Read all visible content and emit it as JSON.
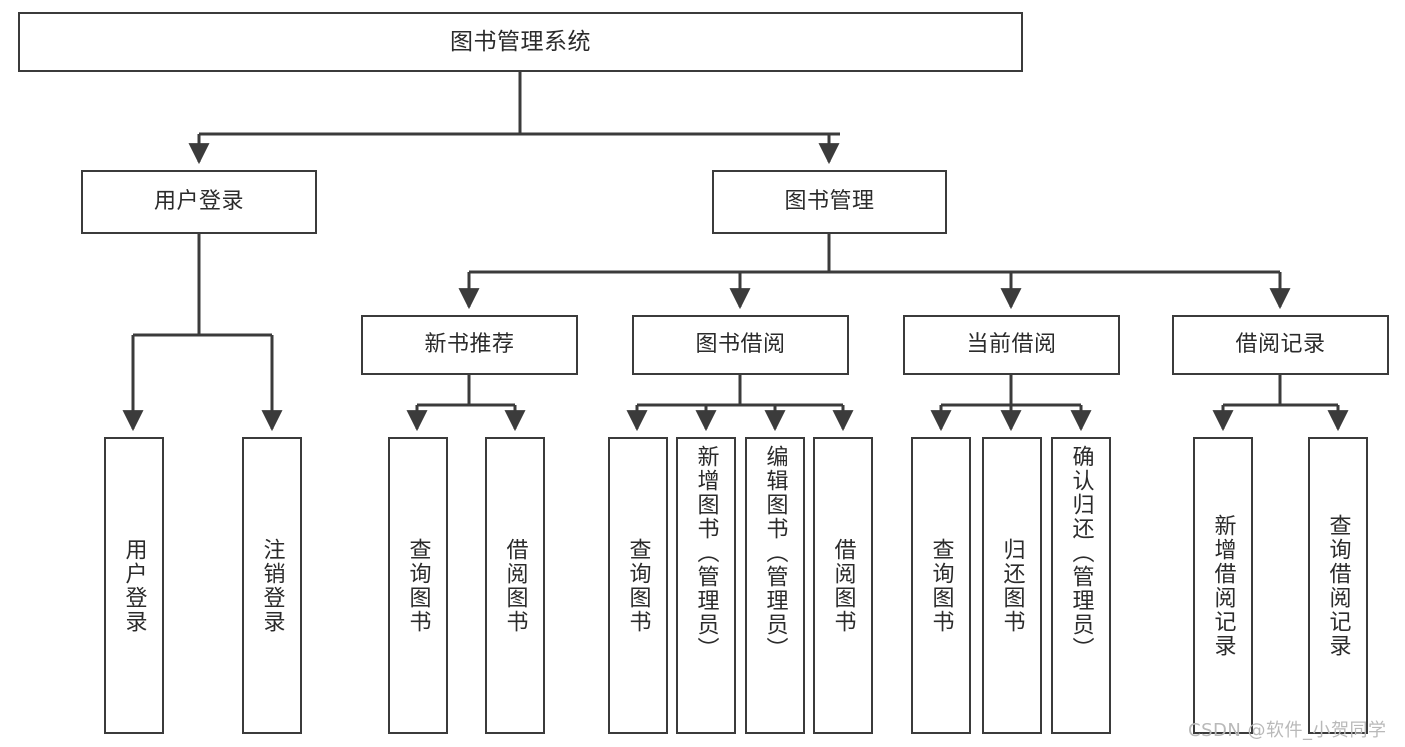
{
  "diagram": {
    "type": "tree-hierarchy",
    "title": "图书管理系统",
    "root": {
      "id": "root",
      "label": "图书管理系统",
      "orientation": "horizontal"
    },
    "level2": [
      {
        "id": "user-login",
        "label": "用户登录",
        "orientation": "horizontal"
      },
      {
        "id": "book-manage",
        "label": "图书管理",
        "orientation": "horizontal"
      }
    ],
    "level3": [
      {
        "id": "new-book-rec",
        "label": "新书推荐",
        "orientation": "horizontal",
        "parent": "book-manage"
      },
      {
        "id": "book-borrow",
        "label": "图书借阅",
        "orientation": "horizontal",
        "parent": "book-manage"
      },
      {
        "id": "current-borrow",
        "label": "当前借阅",
        "orientation": "horizontal",
        "parent": "book-manage"
      },
      {
        "id": "borrow-record",
        "label": "借阅记录",
        "orientation": "horizontal",
        "parent": "book-manage"
      }
    ],
    "leaves": [
      {
        "id": "leaf-user-login",
        "label": "用户登录",
        "parent": "user-login"
      },
      {
        "id": "leaf-user-logout",
        "label": "注销登录",
        "parent": "user-login"
      },
      {
        "id": "leaf-query-book-1",
        "label": "查询图书",
        "parent": "new-book-rec"
      },
      {
        "id": "leaf-borrow-book-1",
        "label": "借阅图书",
        "parent": "new-book-rec"
      },
      {
        "id": "leaf-query-book-2",
        "label": "查询图书",
        "parent": "book-borrow"
      },
      {
        "id": "leaf-add-book",
        "label": "新增图书（管理员）",
        "parent": "book-borrow"
      },
      {
        "id": "leaf-edit-book",
        "label": "编辑图书（管理员）",
        "parent": "book-borrow"
      },
      {
        "id": "leaf-borrow-book-2",
        "label": "借阅图书",
        "parent": "book-borrow"
      },
      {
        "id": "leaf-query-book-3",
        "label": "查询图书",
        "parent": "current-borrow"
      },
      {
        "id": "leaf-return-book",
        "label": "归还图书",
        "parent": "current-borrow"
      },
      {
        "id": "leaf-confirm-return",
        "label": "确认归还（管理员）",
        "parent": "current-borrow"
      },
      {
        "id": "leaf-add-record",
        "label": "新增借阅记录",
        "parent": "borrow-record"
      },
      {
        "id": "leaf-query-record",
        "label": "查询借阅记录",
        "parent": "borrow-record"
      }
    ],
    "colors": {
      "stroke": "#3b3b3b",
      "fill": "#ffffff",
      "text": "#2b2b2b",
      "watermark": "#b9b9b9"
    }
  },
  "watermark": {
    "text": "CSDN @软件_小贺同学"
  }
}
